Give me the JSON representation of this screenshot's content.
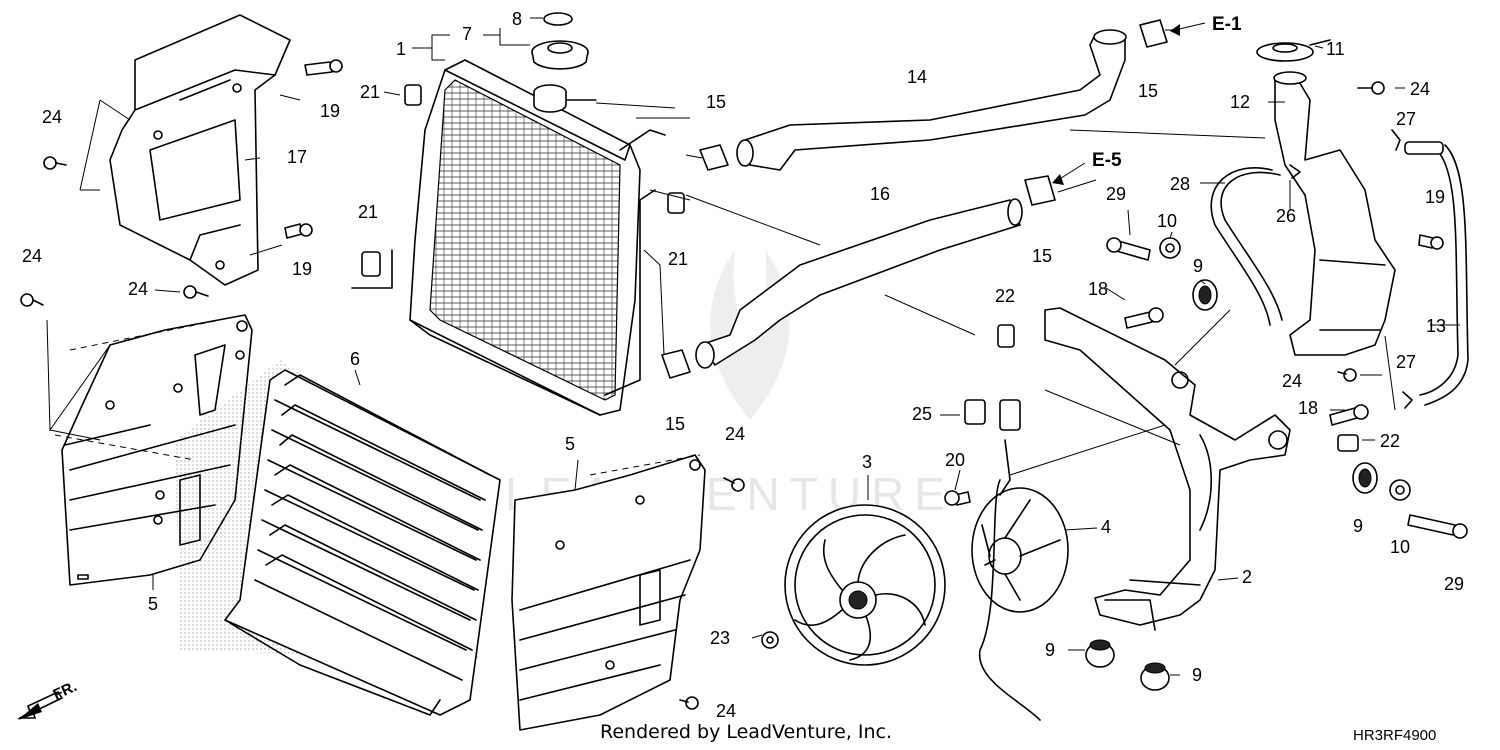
{
  "diagram": {
    "callouts": {
      "c1": "1",
      "c2": "2",
      "c3": "3",
      "c4": "4",
      "c5a": "5",
      "c5b": "5",
      "c6": "6",
      "c7": "7",
      "c8": "8",
      "c9a": "9",
      "c9b": "9",
      "c9c": "9",
      "c9d": "9",
      "c10a": "10",
      "c10b": "10",
      "c11": "11",
      "c12": "12",
      "c13": "13",
      "c14": "14",
      "c15a": "15",
      "c15b": "15",
      "c15c": "15",
      "c15d": "15",
      "c16": "16",
      "c17": "17",
      "c18a": "18",
      "c18b": "18",
      "c19a": "19",
      "c19b": "19",
      "c19c": "19",
      "c20": "20",
      "c21a": "21",
      "c21b": "21",
      "c21c": "21",
      "c22a": "22",
      "c22b": "22",
      "c23": "23",
      "c24a": "24",
      "c24b": "24",
      "c24c": "24",
      "c24d": "24",
      "c24e": "24",
      "c24f": "24",
      "c24g": "24",
      "c25": "25",
      "c26": "26",
      "c27a": "27",
      "c27b": "27",
      "c28": "28",
      "c29a": "29",
      "c29b": "29"
    },
    "references": {
      "e1": "E-1",
      "e5": "E-5"
    },
    "direction_label": "FR.",
    "footer_text": "Rendered by LeadVenture, Inc.",
    "diagram_code": "HR3RF4900",
    "watermark": "LEADVENTURE"
  }
}
